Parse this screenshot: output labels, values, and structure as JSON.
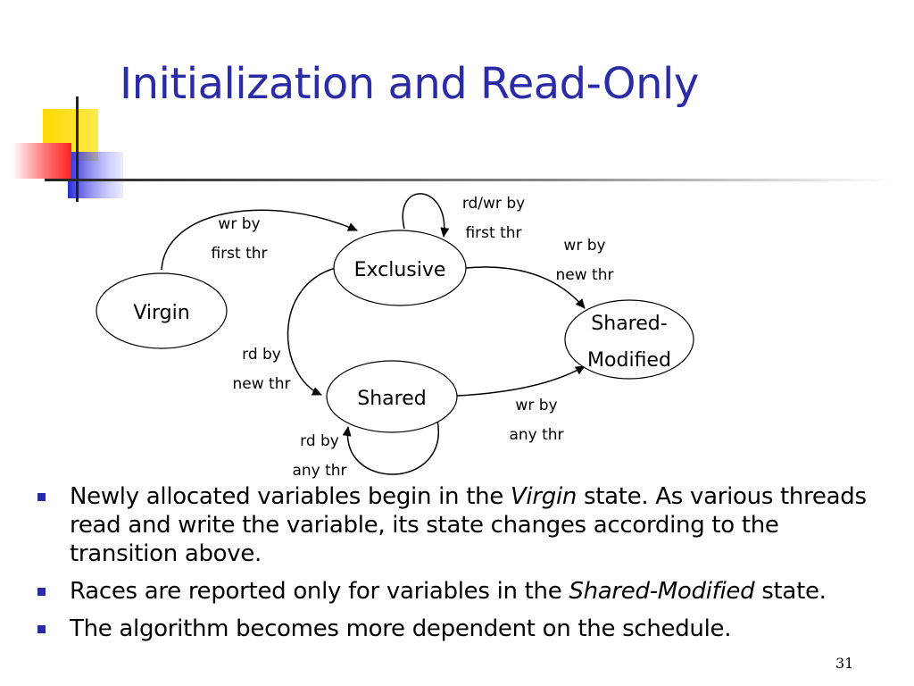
{
  "slide": {
    "title": "Initialization and Read-Only",
    "page_number": "31"
  },
  "diagram": {
    "states": {
      "virgin": "Virgin",
      "exclusive": "Exclusive",
      "shared": "Shared",
      "shared_modified_1": "Shared-",
      "shared_modified_2": "Modified"
    },
    "edges": {
      "virgin_to_exclusive": [
        "wr by",
        "first thr"
      ],
      "exclusive_self": [
        "rd/wr by",
        "first thr"
      ],
      "exclusive_to_shared_modified": [
        "wr by",
        "new thr"
      ],
      "exclusive_to_shared": [
        "rd by",
        "new thr"
      ],
      "shared_to_shared_modified": [
        "wr by",
        "any thr"
      ],
      "shared_self": [
        "rd by",
        "any thr"
      ]
    }
  },
  "bullets": [
    {
      "pre": "Newly allocated variables begin in the ",
      "em": "Virgin",
      "post": " state. As various threads read and write the variable, its state changes according to the transition above."
    },
    {
      "pre": "Races are reported only for variables in the ",
      "em": "Shared-Modified",
      "post": " state."
    },
    {
      "pre": "The algorithm becomes more dependent on the schedule.",
      "em": "",
      "post": ""
    }
  ],
  "colors": {
    "title": "#2a2ba6",
    "bullet": "#2a2ba6",
    "logo_yellow": "#ffd800",
    "logo_red": "#ff3a3a",
    "logo_blue": "#2a2bd6"
  }
}
